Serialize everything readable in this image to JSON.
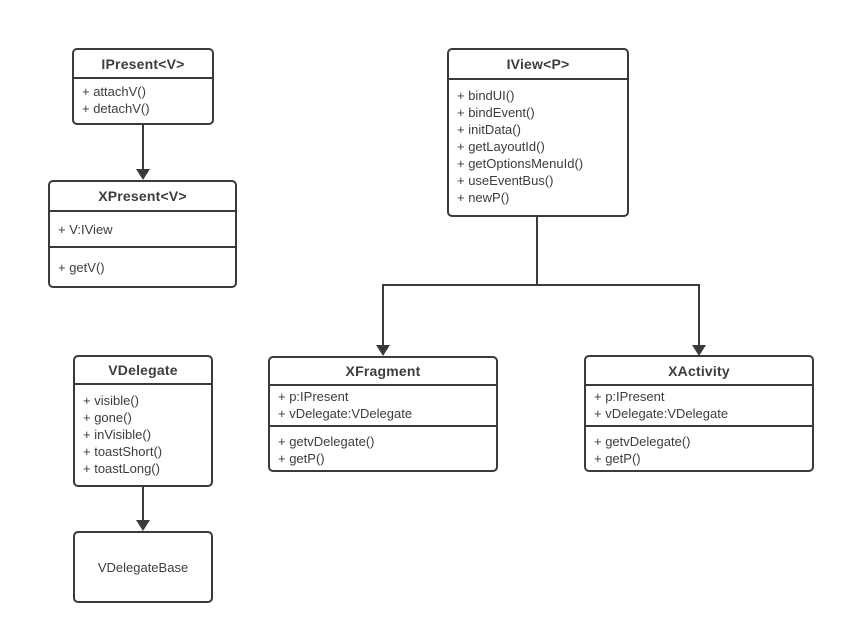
{
  "diagram": {
    "type": "uml-class-diagram",
    "colors": {
      "stroke": "#3a3a3a",
      "text": "#3d3d3d",
      "background": "#ffffff"
    },
    "classes": [
      {
        "name": "IPresent",
        "title": "IPresent<V>",
        "sections": [
          [
            "+ attachV()",
            "+ detachV()"
          ]
        ]
      },
      {
        "name": "XPresent",
        "title": "XPresent<V>",
        "sections": [
          [
            "+ V:IView"
          ],
          [
            "+ getV()"
          ]
        ]
      },
      {
        "name": "IView",
        "title": "IView<P>",
        "sections": [
          [
            "+ bindUI()",
            "+ bindEvent()",
            "+ initData()",
            "+ getLayoutId()",
            "+ getOptionsMenuId()",
            "+ useEventBus()",
            "+ newP()"
          ]
        ]
      },
      {
        "name": "VDelegate",
        "title": "VDelegate",
        "sections": [
          [
            "+ visible()",
            "+ gone()",
            "+ inVisible()",
            "+ toastShort()",
            "+ toastLong()"
          ]
        ]
      },
      {
        "name": "XFragment",
        "title": "XFragment",
        "sections": [
          [
            "+ p:IPresent",
            "+ vDelegate:VDelegate"
          ],
          [
            "+ getvDelegate()",
            "+ getP()"
          ]
        ]
      },
      {
        "name": "XActivity",
        "title": "XActivity",
        "sections": [
          [
            "+ p:IPresent",
            "+ vDelegate:VDelegate"
          ],
          [
            "+ getvDelegate()",
            "+ getP()"
          ]
        ]
      },
      {
        "name": "VDelegateBase",
        "title": "VDelegateBase",
        "sections": []
      }
    ],
    "connectors": [
      {
        "from": "IPresent<V>",
        "to": "XPresent<V>",
        "style": "solid-line-filled-arrow"
      },
      {
        "from": "IView<P>",
        "to": "XFragment",
        "style": "solid-line-filled-arrow"
      },
      {
        "from": "IView<P>",
        "to": "XActivity",
        "style": "solid-line-filled-arrow"
      },
      {
        "from": "VDelegate",
        "to": "VDelegateBase",
        "style": "solid-line-filled-arrow"
      }
    ]
  }
}
